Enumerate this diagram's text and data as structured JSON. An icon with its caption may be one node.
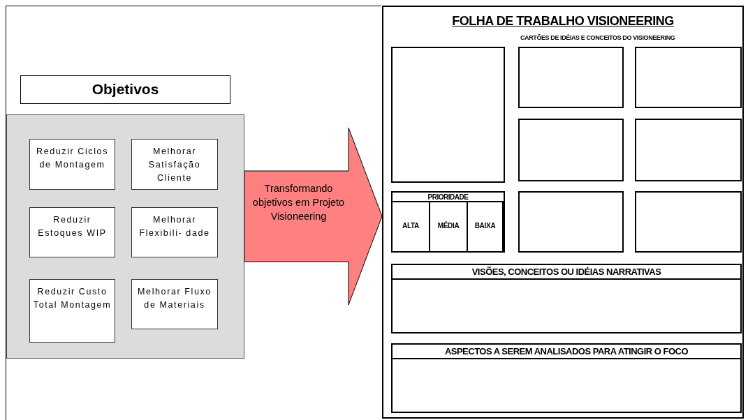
{
  "diagram": {
    "nodes": [
      {
        "text": [],
        "shape": "box"
      },
      {
        "text": [
          "Objetivos"
        ],
        "in": 0
      },
      {
        "text": [],
        "shape": "box",
        "in": 0
      },
      {
        "text": [
          "Reduzir Ciclos de Montagem"
        ],
        "in": 2
      },
      {
        "text": [
          "Melhorar Satisfação Cliente"
        ],
        "in": 2
      },
      {
        "text": [
          "Reduzir Estoques WIP"
        ],
        "in": 2
      },
      {
        "text": [
          "Melhorar Flexibili- dade"
        ],
        "in": 2
      },
      {
        "text": [
          "Reduzir Custo Total Montagem"
        ],
        "in": 2
      },
      {
        "text": [
          "Melhorar Fluxo de Materiais"
        ],
        "in": 2
      },
      {
        "text": [
          "FOLHA DE TRABALHO VISIONEERING"
        ]
      },
      {
        "text": [],
        "shape": "box",
        "in": 9
      },
      {
        "text": [],
        "shape": "box",
        "in": 9
      },
      {
        "text": [],
        "shape": "box",
        "in": 9
      },
      {
        "text": [],
        "shape": "box",
        "in": 9
      },
      {
        "text": [],
        "shape": "box",
        "in": 9
      },
      {
        "text": [
          "PRIORIDADE"
        ],
        "in": 9
      },
      {
        "text": [
          "ALTA"
        ],
        "in": 15
      },
      {
        "text": [
          "MÉDIA"
        ],
        "in": 15
      },
      {
        "text": [
          "BAIXA"
        ],
        "in": 15
      },
      {
        "text": [],
        "shape": "box",
        "in": 9
      },
      {
        "text": [],
        "shape": "box",
        "in": 9
      },
      {
        "text": [
          "VISÕES, CONCEITOS OU IDÉIAS NARRATIVAS"
        ],
        "in": 9
      },
      {
        "text": [
          "ASPECTOS A SEREM ANALISADOS PARA ATINGIR O FOCO"
        ],
        "in": 9
      }
    ],
    "edges": [
      {
        "from": 2,
        "to": 9,
        "arrow": "to",
        "label": "Transformando objetivos em Projeto Visioneering"
      }
    ],
    "labels": [
      "CARTÕES DE IDÉIAS E CONCEITOS DO VISIONEERING"
    ]
  }
}
